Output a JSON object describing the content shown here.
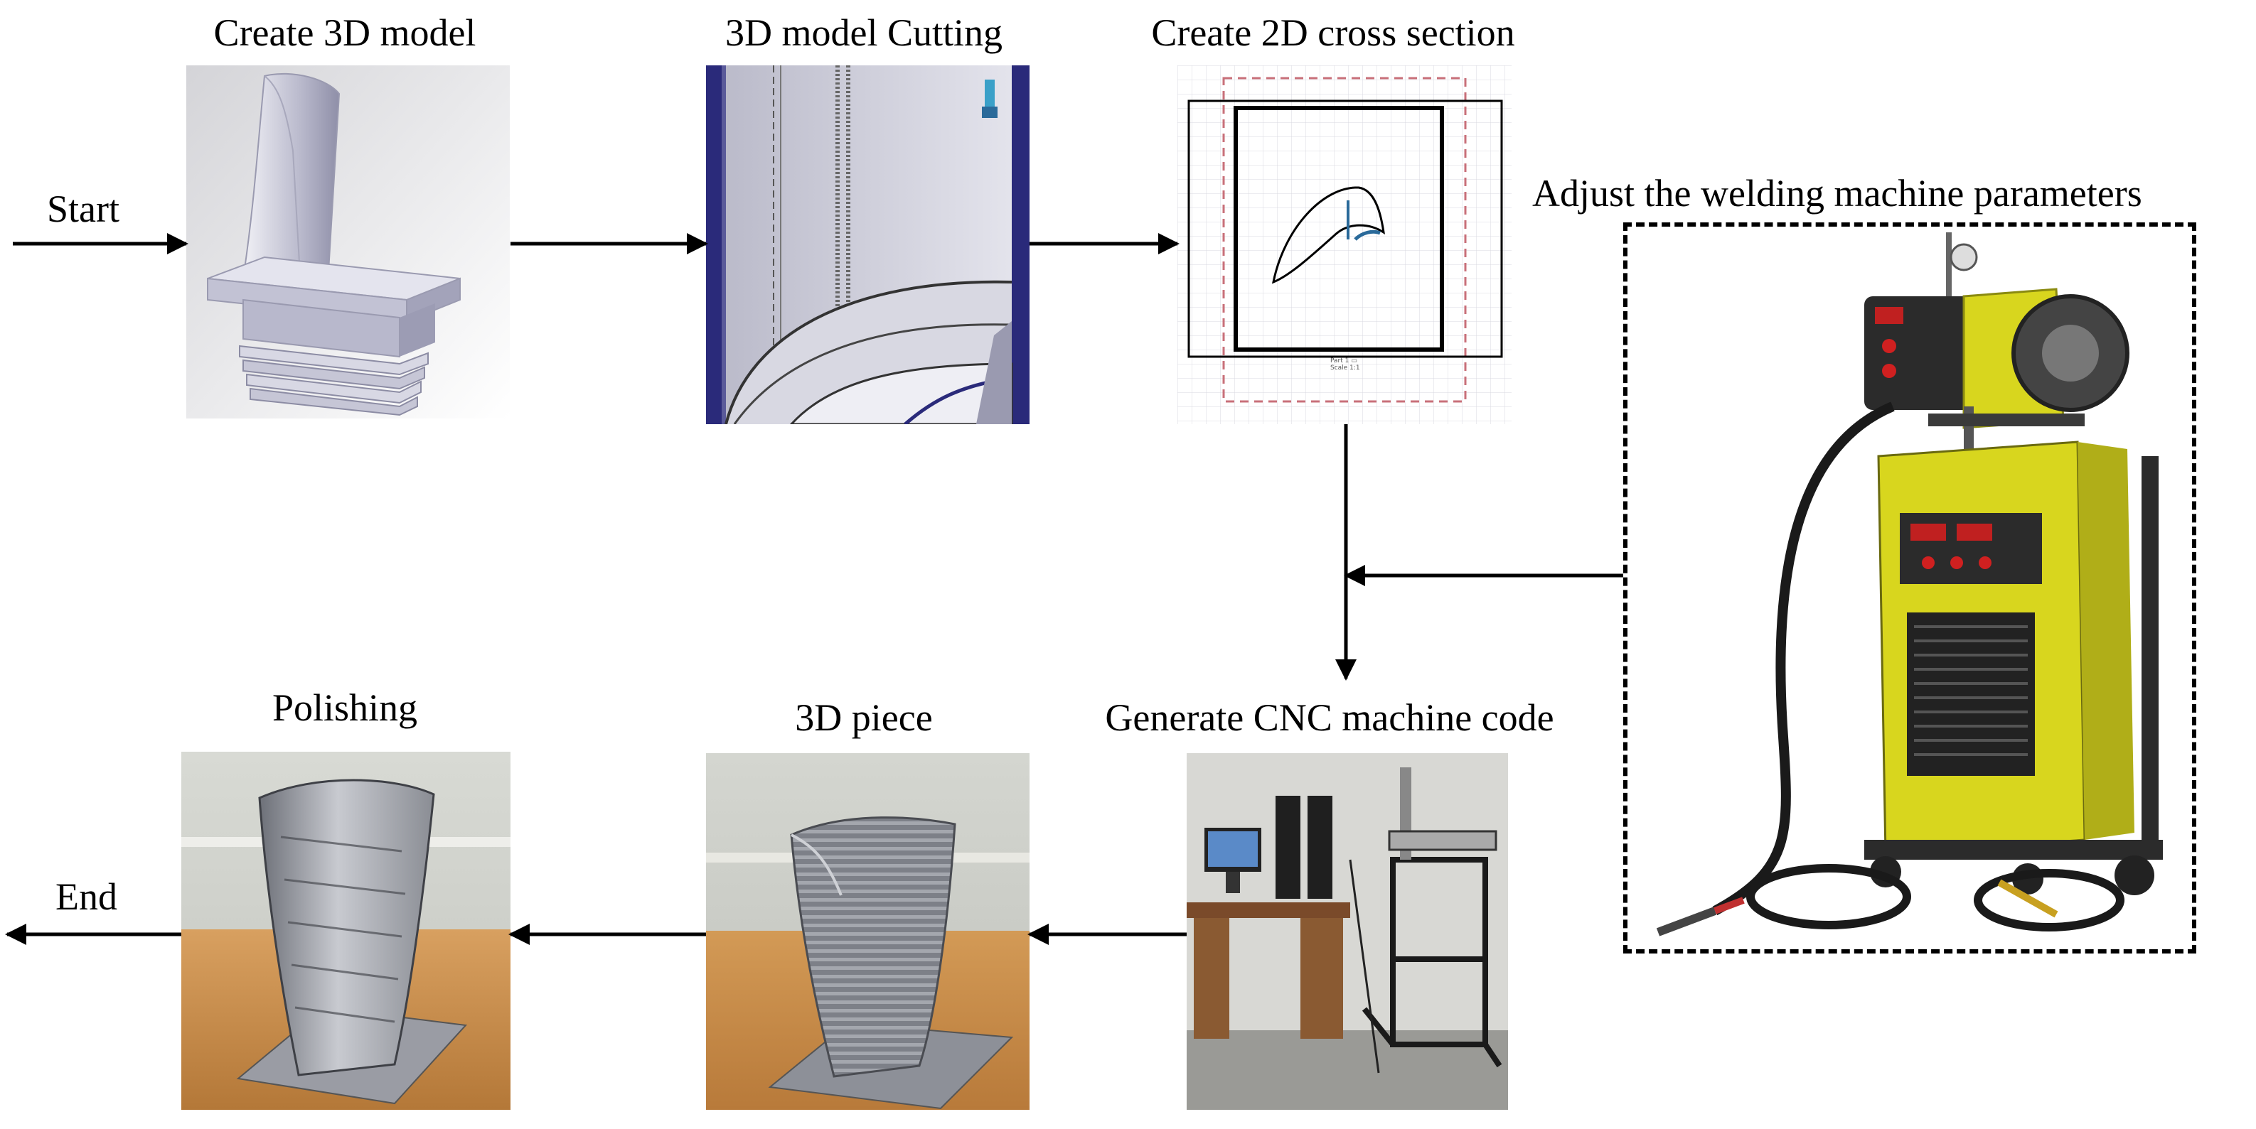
{
  "labels": {
    "start": "Start",
    "end": "End",
    "create_3d_model": "Create 3D model",
    "model_cutting": "3D model Cutting",
    "cross_section": "Create 2D cross section",
    "welding_params": "Adjust the welding machine parameters",
    "cnc_code": "Generate CNC machine code",
    "piece_3d": "3D piece",
    "polishing": "Polishing"
  },
  "colors": {
    "arrow": "#000000",
    "cad_gray": "#c9c9d6",
    "cad_blue": "#2a2a7a",
    "welder_yellow": "#d8d61e",
    "wood": "#c98f4e",
    "metal": "#8d9098"
  }
}
